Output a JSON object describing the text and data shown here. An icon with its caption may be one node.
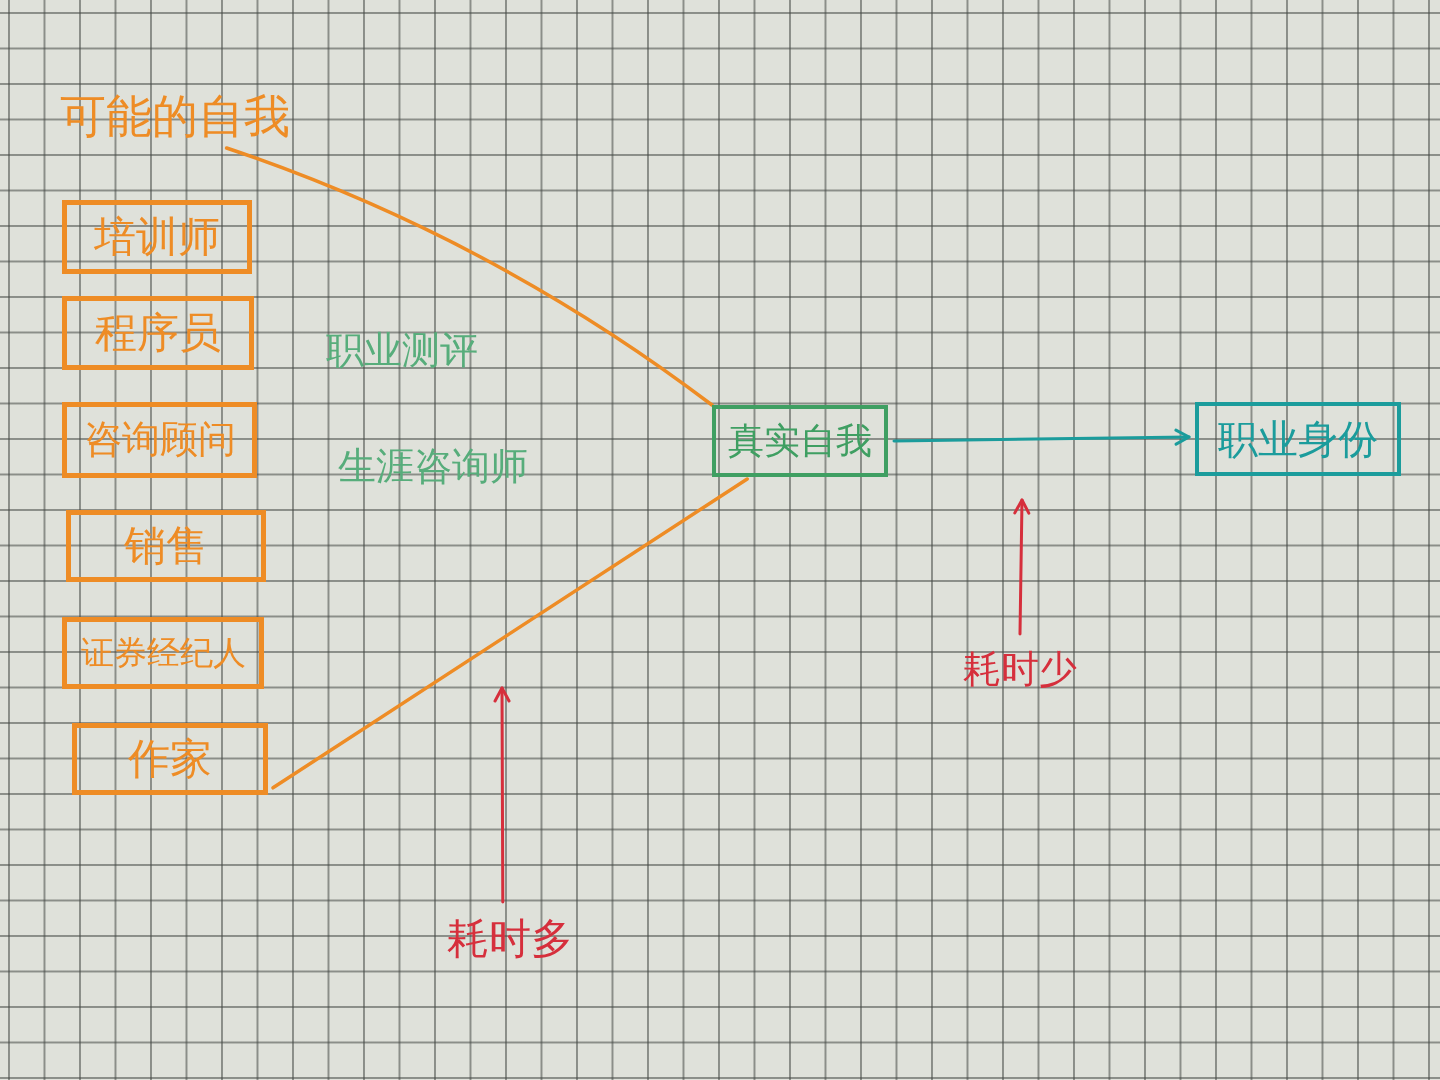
{
  "diagram": {
    "nodes": [
      {
        "text": [
          "可能的自我"
        ]
      },
      {
        "text": [
          "培训师"
        ]
      },
      {
        "text": [
          "程序员"
        ]
      },
      {
        "text": [
          "咨询顾问"
        ]
      },
      {
        "text": [
          "销售"
        ]
      },
      {
        "text": [
          "证券经纪人"
        ]
      },
      {
        "text": [
          "作家"
        ]
      },
      {
        "text": [
          "真实自我"
        ]
      },
      {
        "text": [
          "职业身份"
        ]
      },
      {
        "text": [
          "耗时多"
        ]
      },
      {
        "text": [
          "耗时少"
        ]
      }
    ],
    "edges": [
      {
        "from": 0,
        "to": 7,
        "arrow": "none"
      },
      {
        "from": 6,
        "to": 7,
        "arrow": "none"
      },
      {
        "from": 7,
        "to": 8,
        "arrow": "to",
        "color": "#1b9c9c"
      },
      {
        "from": 9,
        "to": null,
        "arrow": "to",
        "color": "#d62f3c"
      },
      {
        "from": 10,
        "to": null,
        "arrow": "to",
        "color": "#d62f3c"
      }
    ],
    "labels": [
      "职业测评",
      "生涯咨询师"
    ]
  }
}
